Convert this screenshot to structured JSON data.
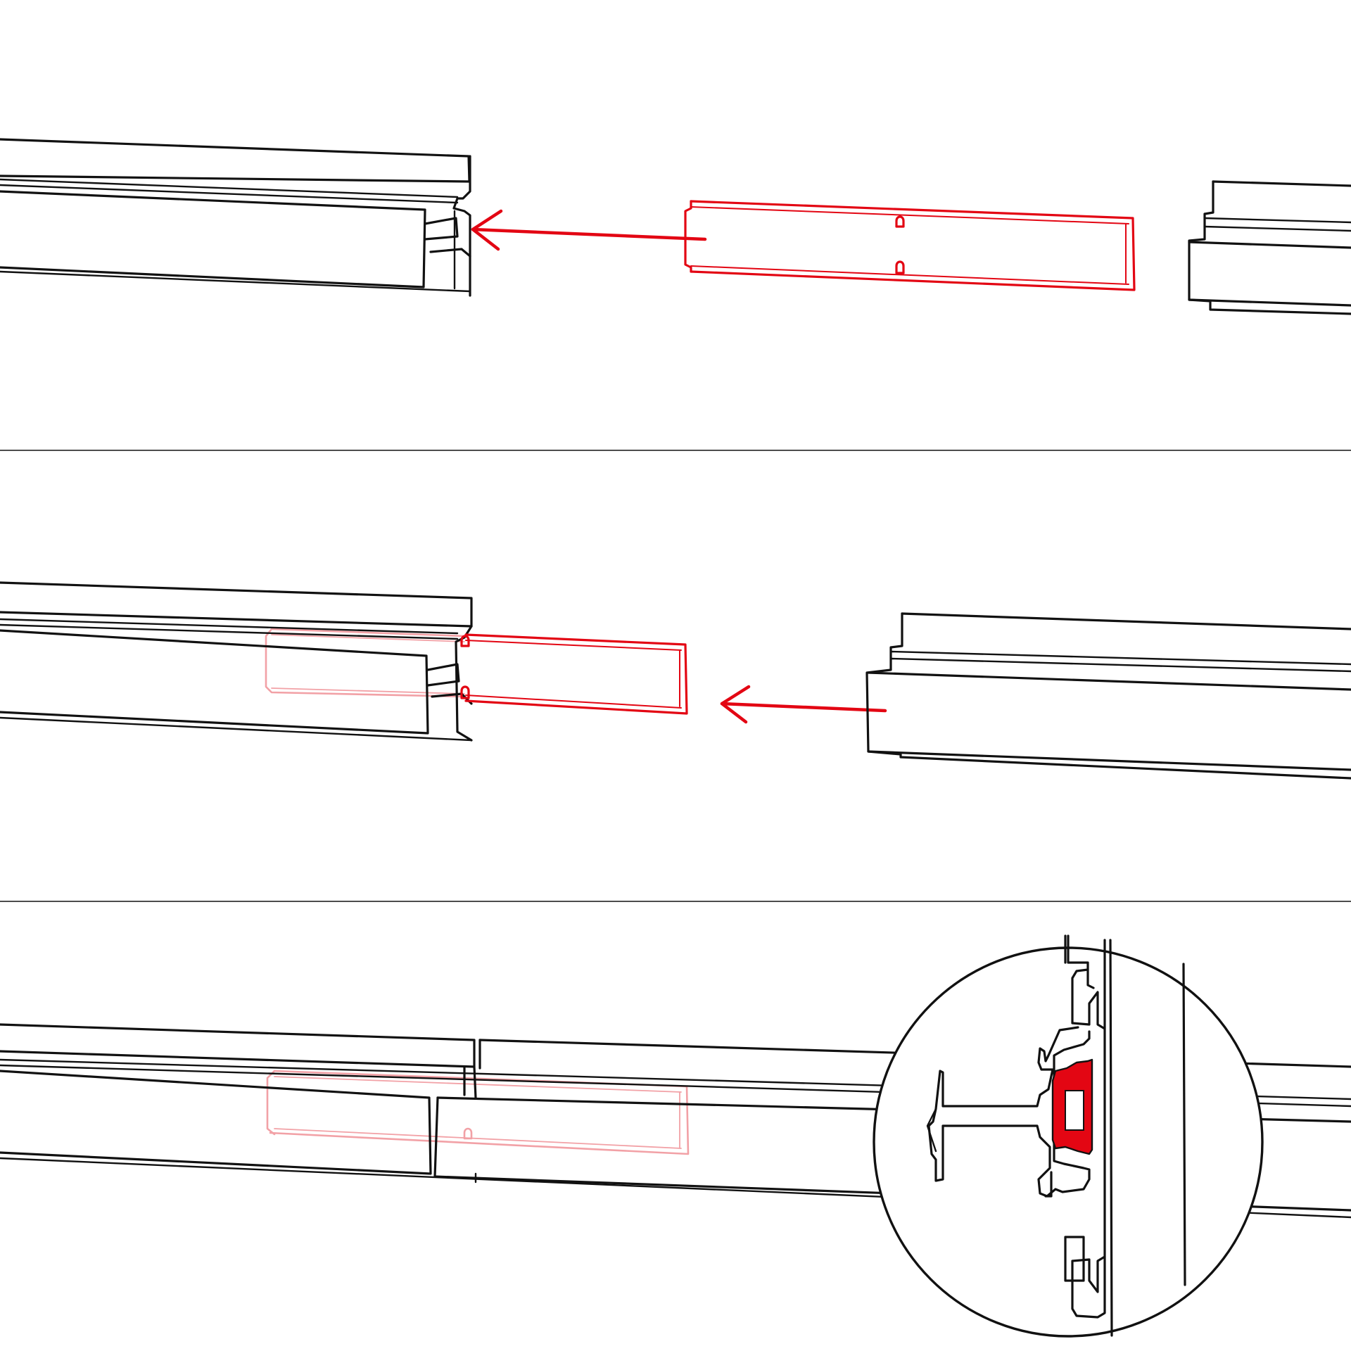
{
  "figure": {
    "kind": "assembly-instruction",
    "steps": [
      {
        "id": "step-1",
        "depicts": "insert-connector-into-left-profile",
        "moving_part": "connector",
        "direction": "left"
      },
      {
        "id": "step-2",
        "depicts": "slide-right-profile-onto-connector",
        "moving_part": "right-profile",
        "direction": "left"
      },
      {
        "id": "step-3",
        "depicts": "joined-profiles-with-section-detail",
        "detail": "circular-cross-section-callout"
      }
    ],
    "colors": {
      "line": "#111111",
      "highlight": "#e30613",
      "ghost": "#f2a1a6",
      "background": "#ffffff"
    }
  }
}
